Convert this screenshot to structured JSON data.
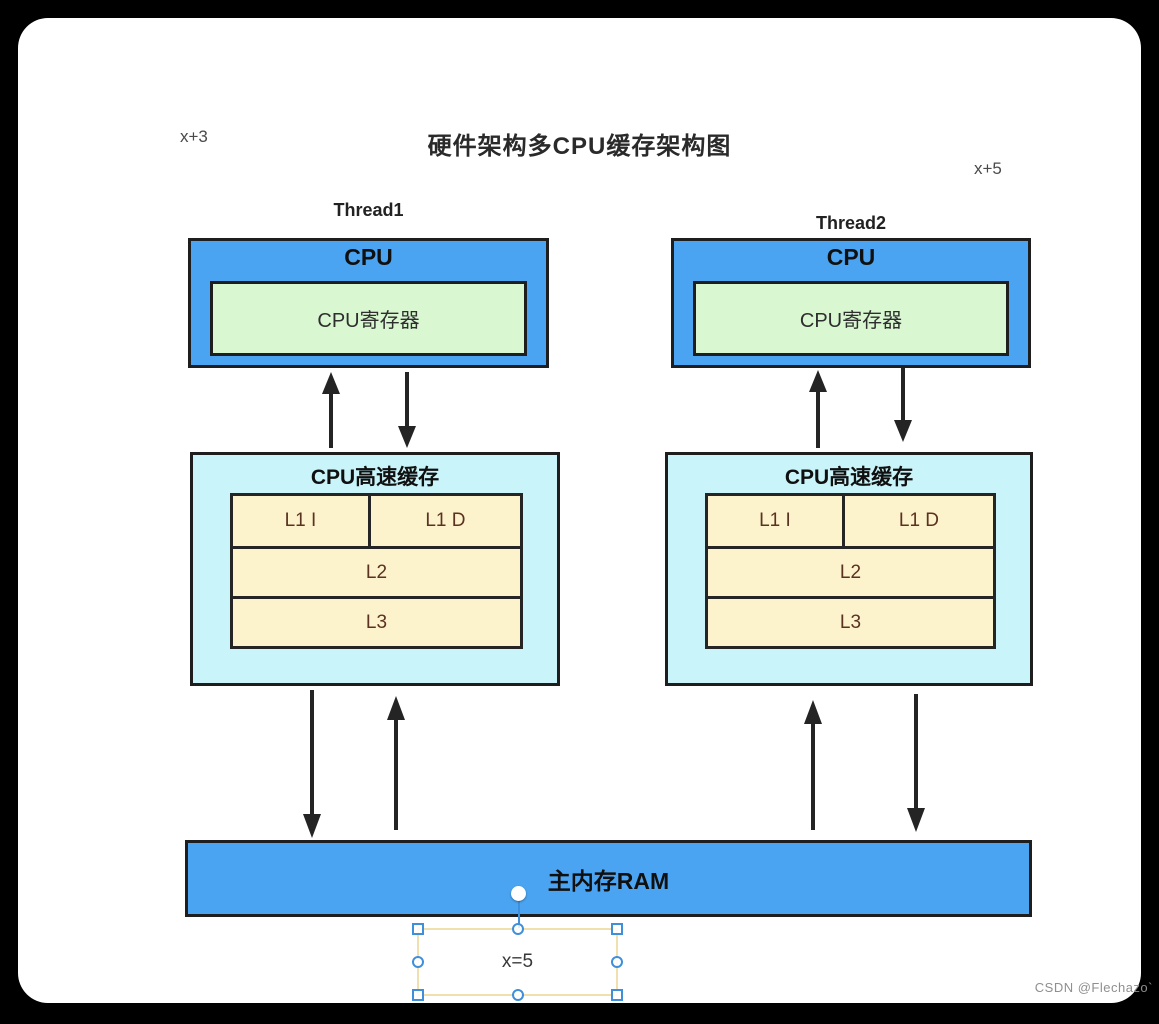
{
  "page": {
    "title": "硬件架构多CPU缓存架构图",
    "watermark": "CSDN @Flechazo`"
  },
  "annotations": {
    "x_plus_3": "x+3",
    "x_plus_5": "x+5",
    "x_equals_5": "x=5"
  },
  "diagram": {
    "threads": [
      {
        "label": "Thread1"
      },
      {
        "label": "Thread2"
      }
    ],
    "cpus": [
      {
        "title": "CPU",
        "register_label": "CPU寄存器"
      },
      {
        "title": "CPU",
        "register_label": "CPU寄存器"
      }
    ],
    "caches": [
      {
        "title": "CPU高速缓存",
        "levels": {
          "l1i": "L1 I",
          "l1d": "L1 D",
          "l2": "L2",
          "l3": "L3"
        }
      },
      {
        "title": "CPU高速缓存",
        "levels": {
          "l1i": "L1 I",
          "l1d": "L1 D",
          "l2": "L2",
          "l3": "L3"
        }
      }
    ],
    "main_memory": {
      "label": "主内存RAM"
    },
    "colors": {
      "cpu_block": "#4aa4f1",
      "register_box": "#d9f8d2",
      "cache_block": "#c9f4f9",
      "cache_cell": "#fcf2cb",
      "cache_text": "#5a3222",
      "memory_block": "#4aa4f1",
      "arrow": "#242424",
      "selection_border": "#efe0ae",
      "selection_handle": "#3f8fdb"
    }
  }
}
